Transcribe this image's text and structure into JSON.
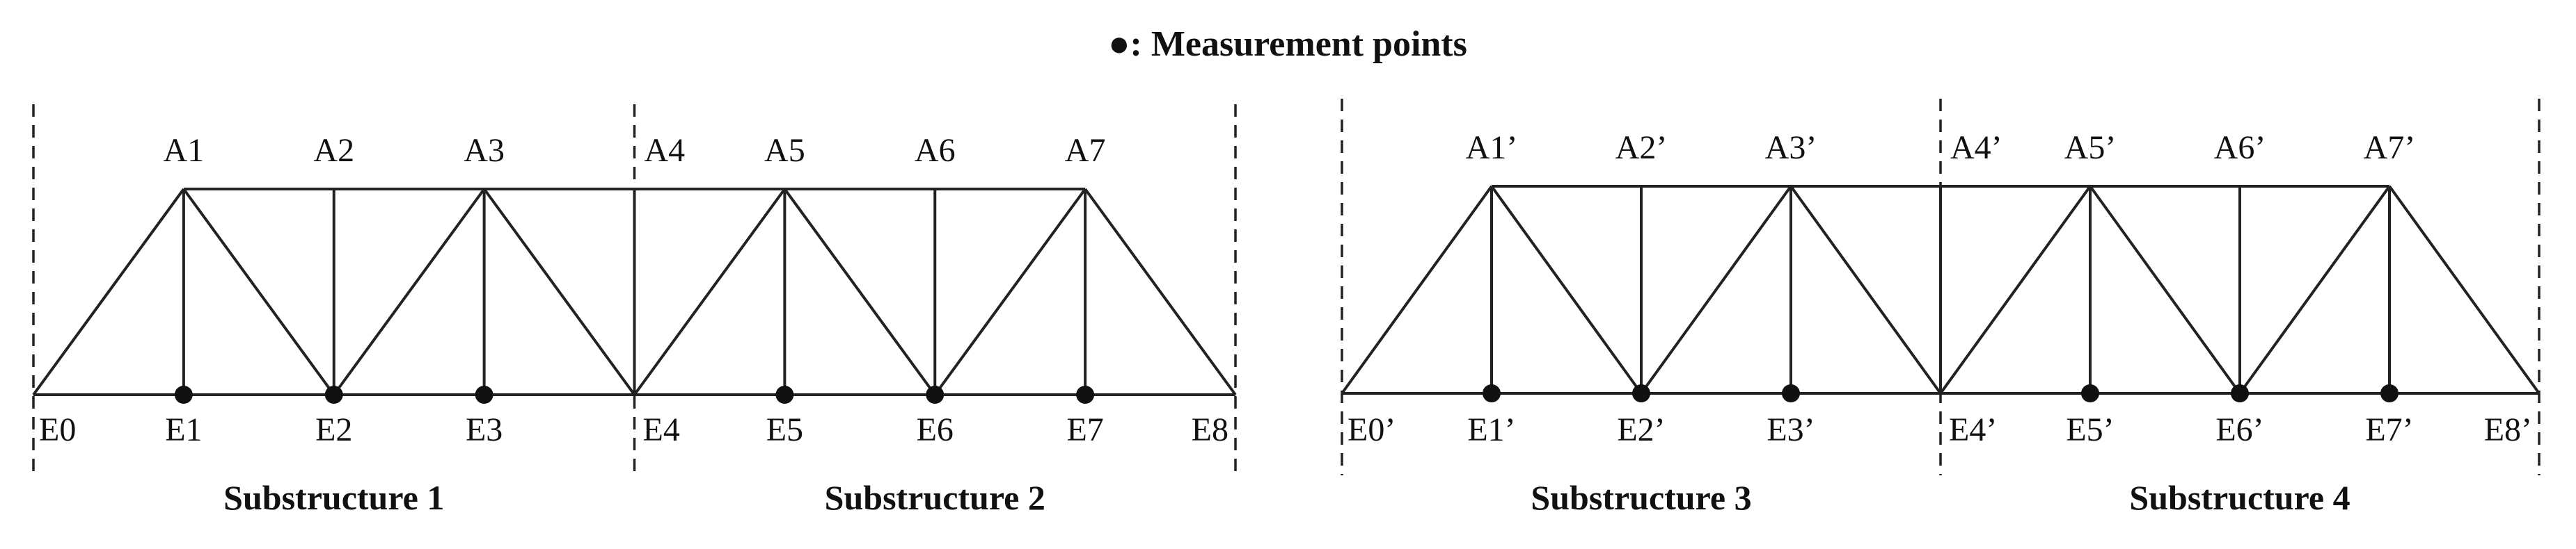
{
  "title": "●: Measurement points",
  "trusses": [
    {
      "top_labels": [
        "A1",
        "A2",
        "A3",
        "A4",
        "A5",
        "A6",
        "A7"
      ],
      "bottom_labels": [
        "E0",
        "E1",
        "E2",
        "E3",
        "E4",
        "E5",
        "E6",
        "E7",
        "E8"
      ],
      "measured": [
        1,
        2,
        3,
        5,
        6,
        7
      ],
      "diagonals": [
        [
          0,
          1
        ],
        [
          1,
          2
        ],
        [
          2,
          3
        ],
        [
          3,
          4
        ],
        [
          4,
          5
        ],
        [
          5,
          6
        ],
        [
          6,
          7
        ],
        [
          7,
          8
        ]
      ],
      "substructures": [
        "Substructure 1",
        "Substructure 2"
      ]
    },
    {
      "top_labels": [
        "A1’",
        "A2’",
        "A3’",
        "A4’",
        "A5’",
        "A6’",
        "A7’"
      ],
      "bottom_labels": [
        "E0’",
        "E1’",
        "E2’",
        "E3’",
        "E4’",
        "E5’",
        "E6’",
        "E7’",
        "E8’"
      ],
      "measured": [
        1,
        2,
        3,
        5,
        6,
        7
      ],
      "diagonals": [
        [
          0,
          1
        ],
        [
          1,
          2
        ],
        [
          2,
          3
        ],
        [
          3,
          4
        ],
        [
          4,
          5
        ],
        [
          5,
          6
        ],
        [
          6,
          7
        ],
        [
          7,
          8
        ]
      ],
      "substructures": [
        "Substructure 3",
        "Substructure 4"
      ]
    }
  ]
}
